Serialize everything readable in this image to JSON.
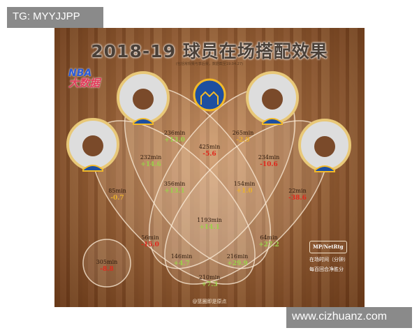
{
  "watermark_top": "TG: MYYJJPP",
  "watermark_bottom": "www.cizhuanz.com",
  "title": "2018-19 球员在场搭配效果",
  "subtitle": "(包括常规赛与季后赛，数据截至19.04.27)",
  "logo": {
    "line1": "NBA",
    "line2": "大数据"
  },
  "regions": [
    {
      "min": "236min",
      "net": "+13.0",
      "tone": "pos"
    },
    {
      "min": "265min",
      "net": "-2.9",
      "tone": "mid"
    },
    {
      "min": "232min",
      "net": "+14.6",
      "tone": "pos"
    },
    {
      "min": "425min",
      "net": "-5.6",
      "tone": "neg"
    },
    {
      "min": "234min",
      "net": "-10.6",
      "tone": "neg"
    },
    {
      "min": "85min",
      "net": "-0.7",
      "tone": "mid"
    },
    {
      "min": "356min",
      "net": "+13.1",
      "tone": "pos"
    },
    {
      "min": "154min",
      "net": "+1.0",
      "tone": "mid"
    },
    {
      "min": "22min",
      "net": "-38.6",
      "tone": "neg"
    },
    {
      "min": "1193min",
      "net": "+14.1",
      "tone": "pos"
    },
    {
      "min": "56min",
      "net": "-15.0",
      "tone": "neg"
    },
    {
      "min": "64min",
      "net": "+27.2",
      "tone": "pos"
    },
    {
      "min": "146min",
      "net": "+4.7",
      "tone": "pos"
    },
    {
      "min": "216min",
      "net": "+29.9",
      "tone": "pos"
    },
    {
      "min": "210min",
      "net": "+7.3",
      "tone": "pos"
    },
    {
      "min": "305min",
      "net": "-8.8",
      "tone": "neg"
    }
  ],
  "legend": {
    "title": "MP/NetRtg",
    "item1": "在场时间（分钟）",
    "item2": "每百回合净胜分"
  },
  "credit": "@篮圈即是原点"
}
